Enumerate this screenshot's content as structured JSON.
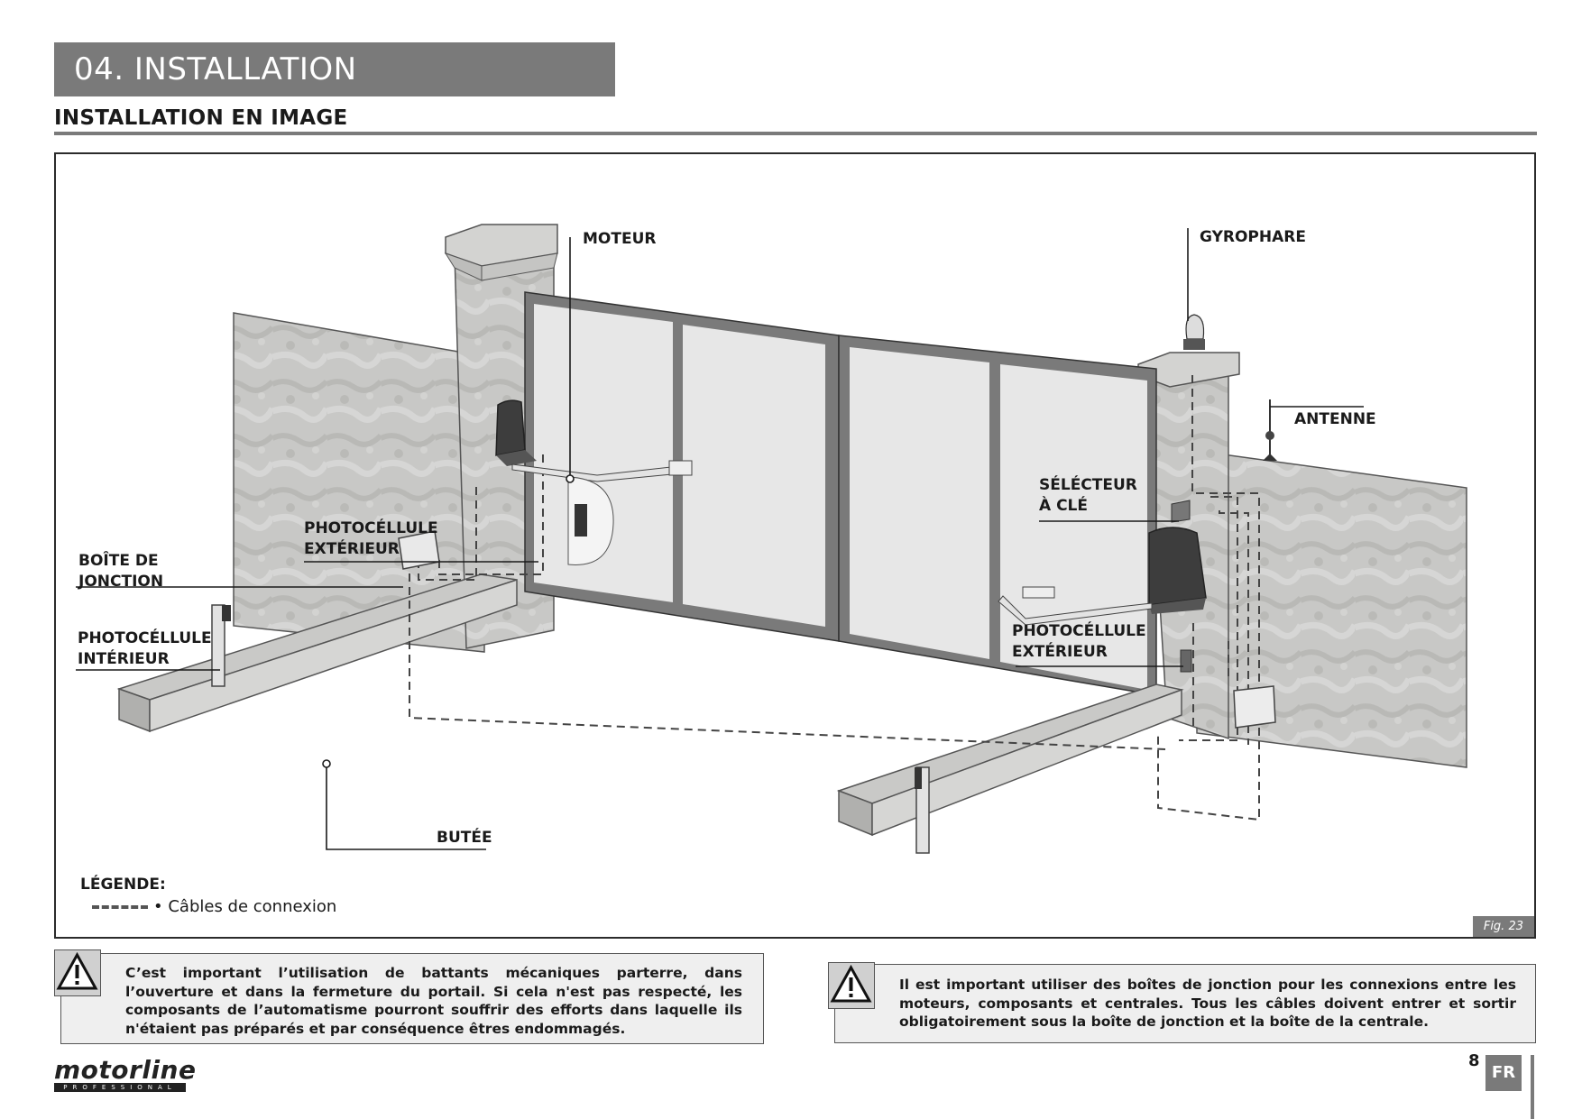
{
  "header": {
    "section_title": "04. INSTALLATION",
    "subtitle": "INSTALLATION EN IMAGE"
  },
  "figure": {
    "labels": {
      "moteur": "MOTEUR",
      "gyrophare": "GYROPHARE",
      "antenne": "ANTENNE",
      "selecteur_line1": "SÉLÉCTEUR",
      "selecteur_line2": "À CLÉ",
      "photo_ext_left_line1": "PHOTOCÉLLULE",
      "photo_ext_left_line2": "EXTÉRIEUR",
      "boite_line1": "BOÎTE DE",
      "boite_line2": "JONCTION",
      "photo_int_line1": "PHOTOCÉLLULE",
      "photo_int_line2": "INTÉRIEUR",
      "photo_ext_right_line1": "PHOTOCÉLLULE",
      "photo_ext_right_line2": "EXTÉRIEUR",
      "butee": "BUTÉE"
    },
    "legend_title": "LÉGENDE:",
    "legend_item": "• Câbles de connexion",
    "fig_tag": "Fig. 23"
  },
  "warnings": [
    {
      "text": "C’est important l’utilisation de battants mécaniques parterre, dans l’ouverture et dans la fermeture du portail. Si cela n'est pas respecté, les composants de l’automatisme pourront souffrir des efforts dans laquelle ils n'étaient pas préparés et par conséquence êtres endommagés."
    },
    {
      "text": "Il est important utiliser des boîtes de jonction pour les connexions entre les moteurs, composants et centrales. Tous les câbles doivent entrer et sortir obligatoirement sous la boîte de jonction et la boîte de la centrale."
    }
  ],
  "footer": {
    "logo": "motorline",
    "logo_sub": "PROFESSIONAL",
    "page_number": "8",
    "lang": "FR"
  }
}
